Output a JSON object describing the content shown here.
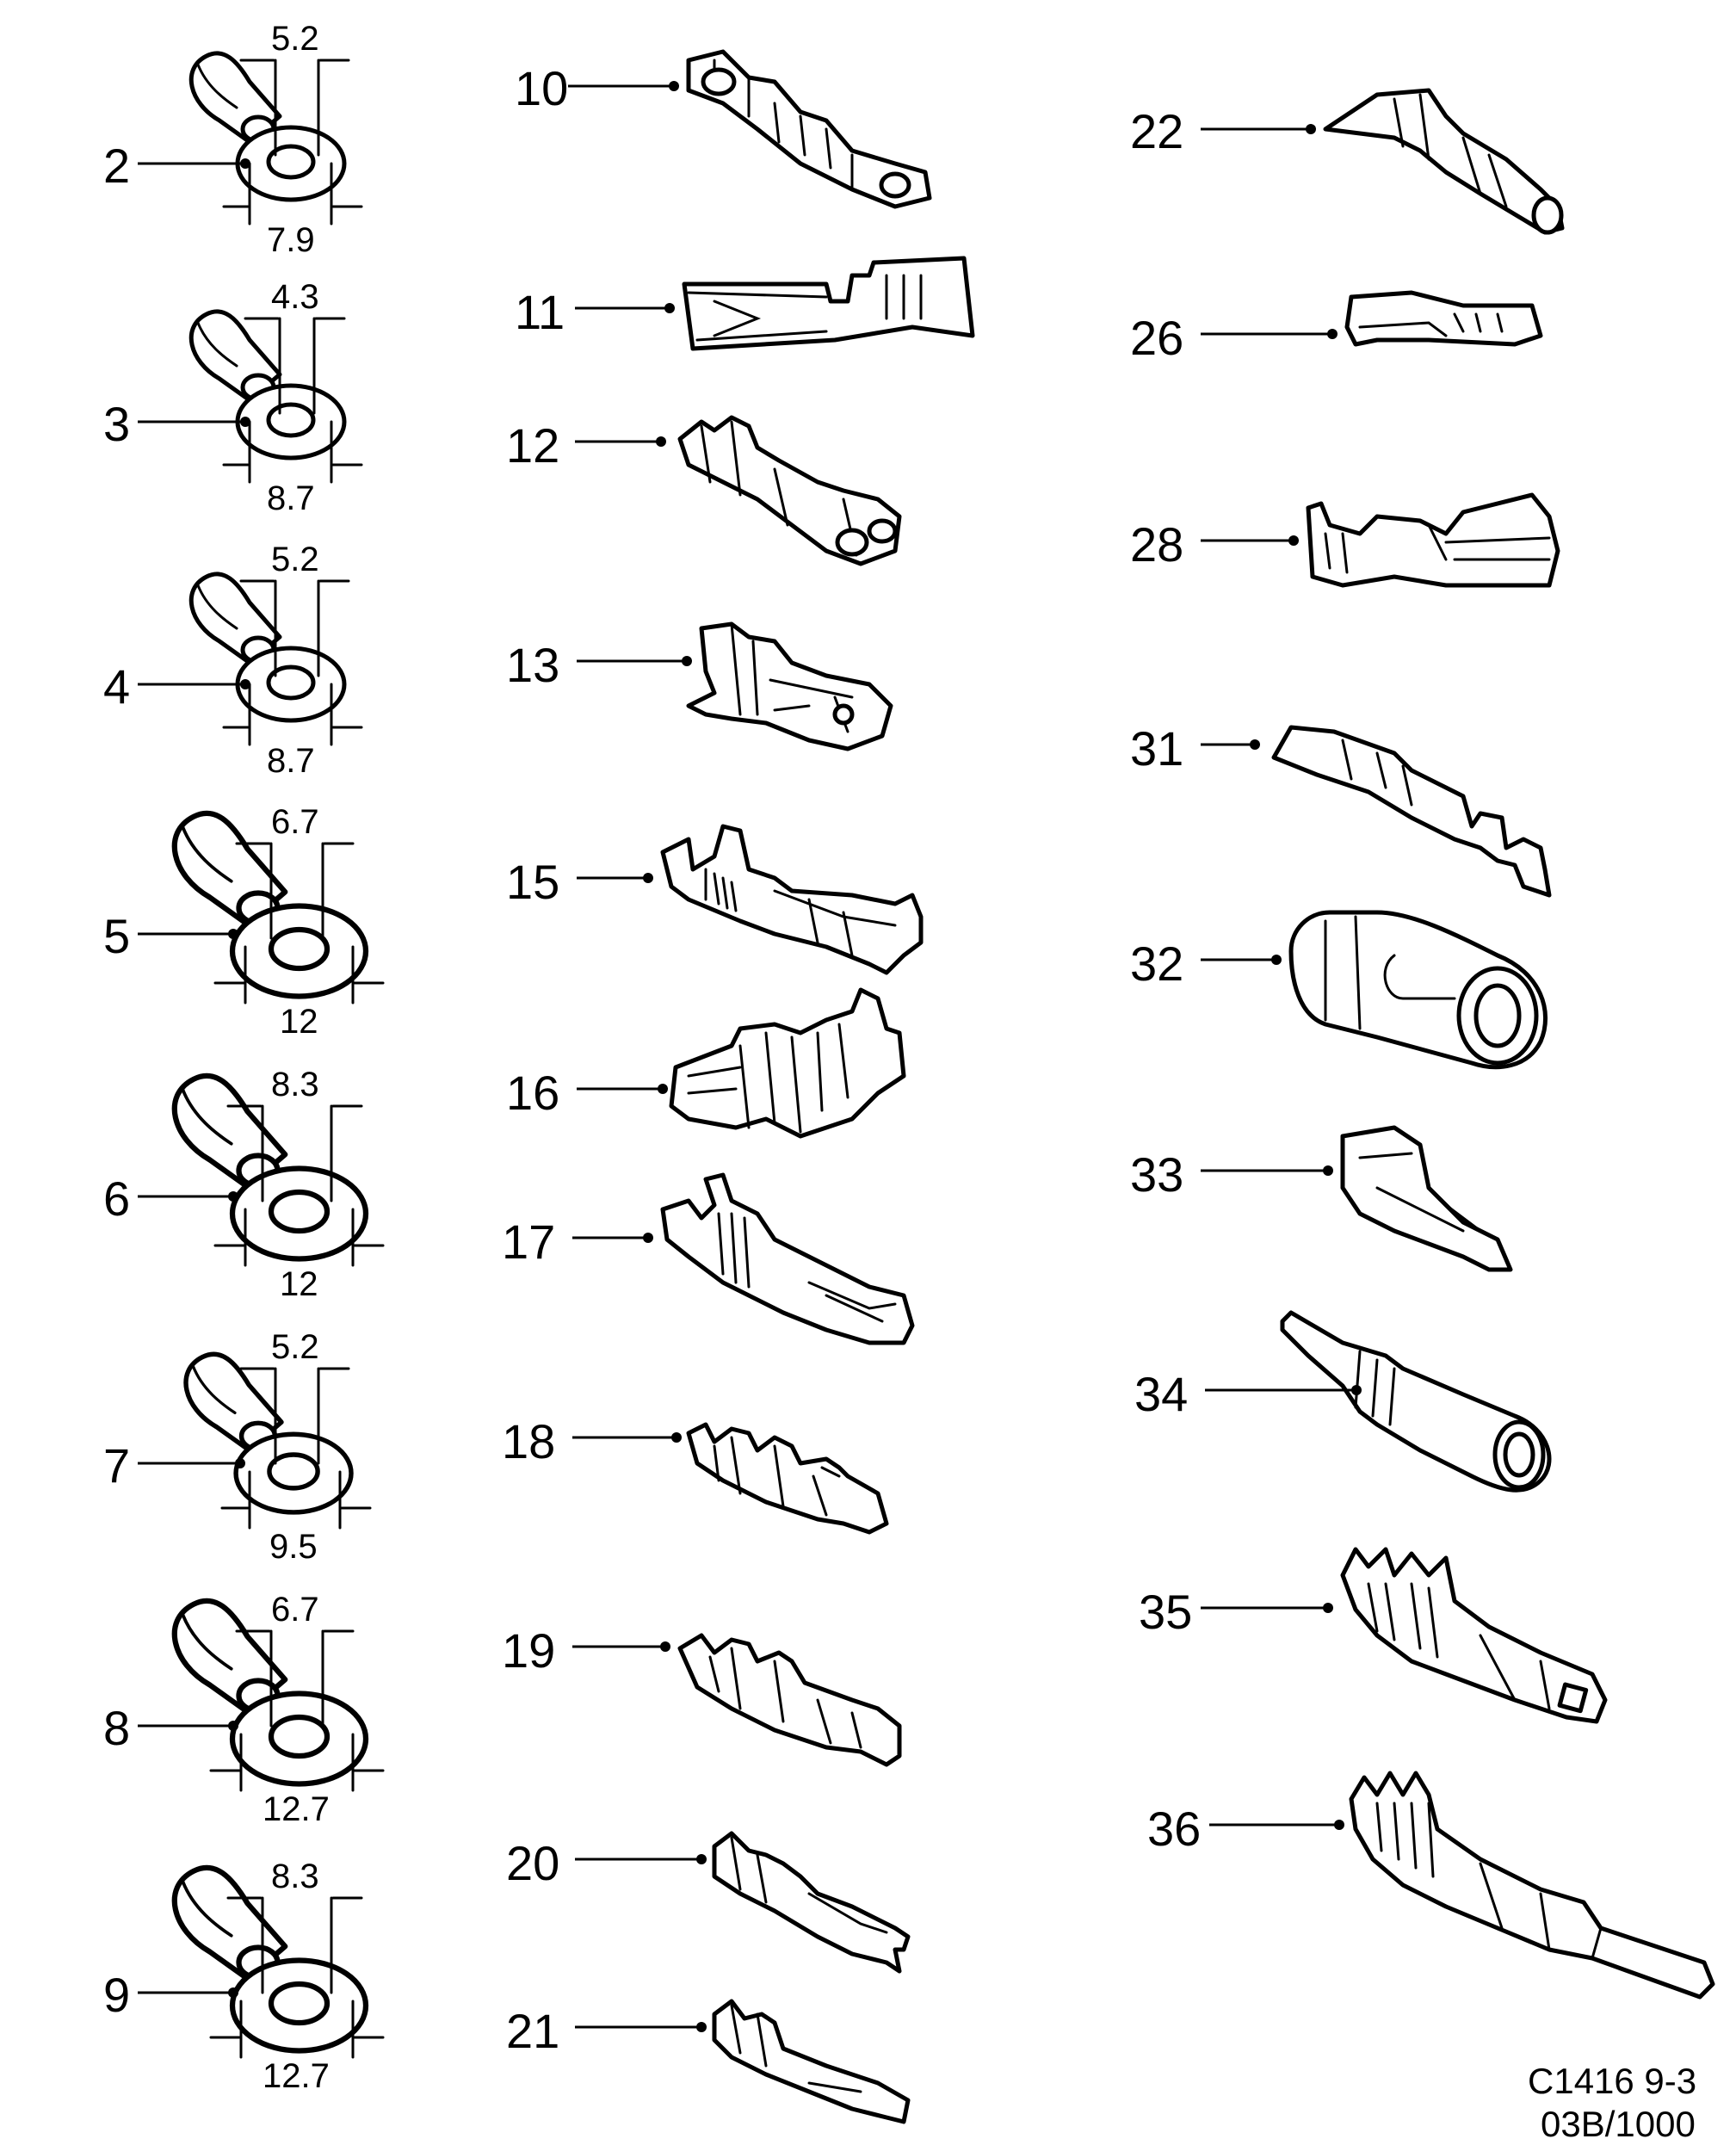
{
  "ring_terminals": [
    {
      "number": "2",
      "inner": "5.2",
      "outer": "7.9"
    },
    {
      "number": "3",
      "inner": "4.3",
      "outer": "8.7"
    },
    {
      "number": "4",
      "inner": "5.2",
      "outer": "8.7"
    },
    {
      "number": "5",
      "inner": "6.7",
      "outer": "12"
    },
    {
      "number": "6",
      "inner": "8.3",
      "outer": "12"
    },
    {
      "number": "7",
      "inner": "5.2",
      "outer": "9.5"
    },
    {
      "number": "8",
      "inner": "6.7",
      "outer": "12.7"
    },
    {
      "number": "9",
      "inner": "8.3",
      "outer": "12.7"
    }
  ],
  "middle_terminals": [
    "10",
    "11",
    "12",
    "13",
    "15",
    "16",
    "17",
    "18",
    "19",
    "20",
    "21"
  ],
  "right_terminals": [
    "22",
    "26",
    "28",
    "31",
    "32",
    "33",
    "34",
    "35",
    "36"
  ],
  "drawing_code": {
    "line1": "C1416 9-3",
    "line2": "03B/1000"
  }
}
